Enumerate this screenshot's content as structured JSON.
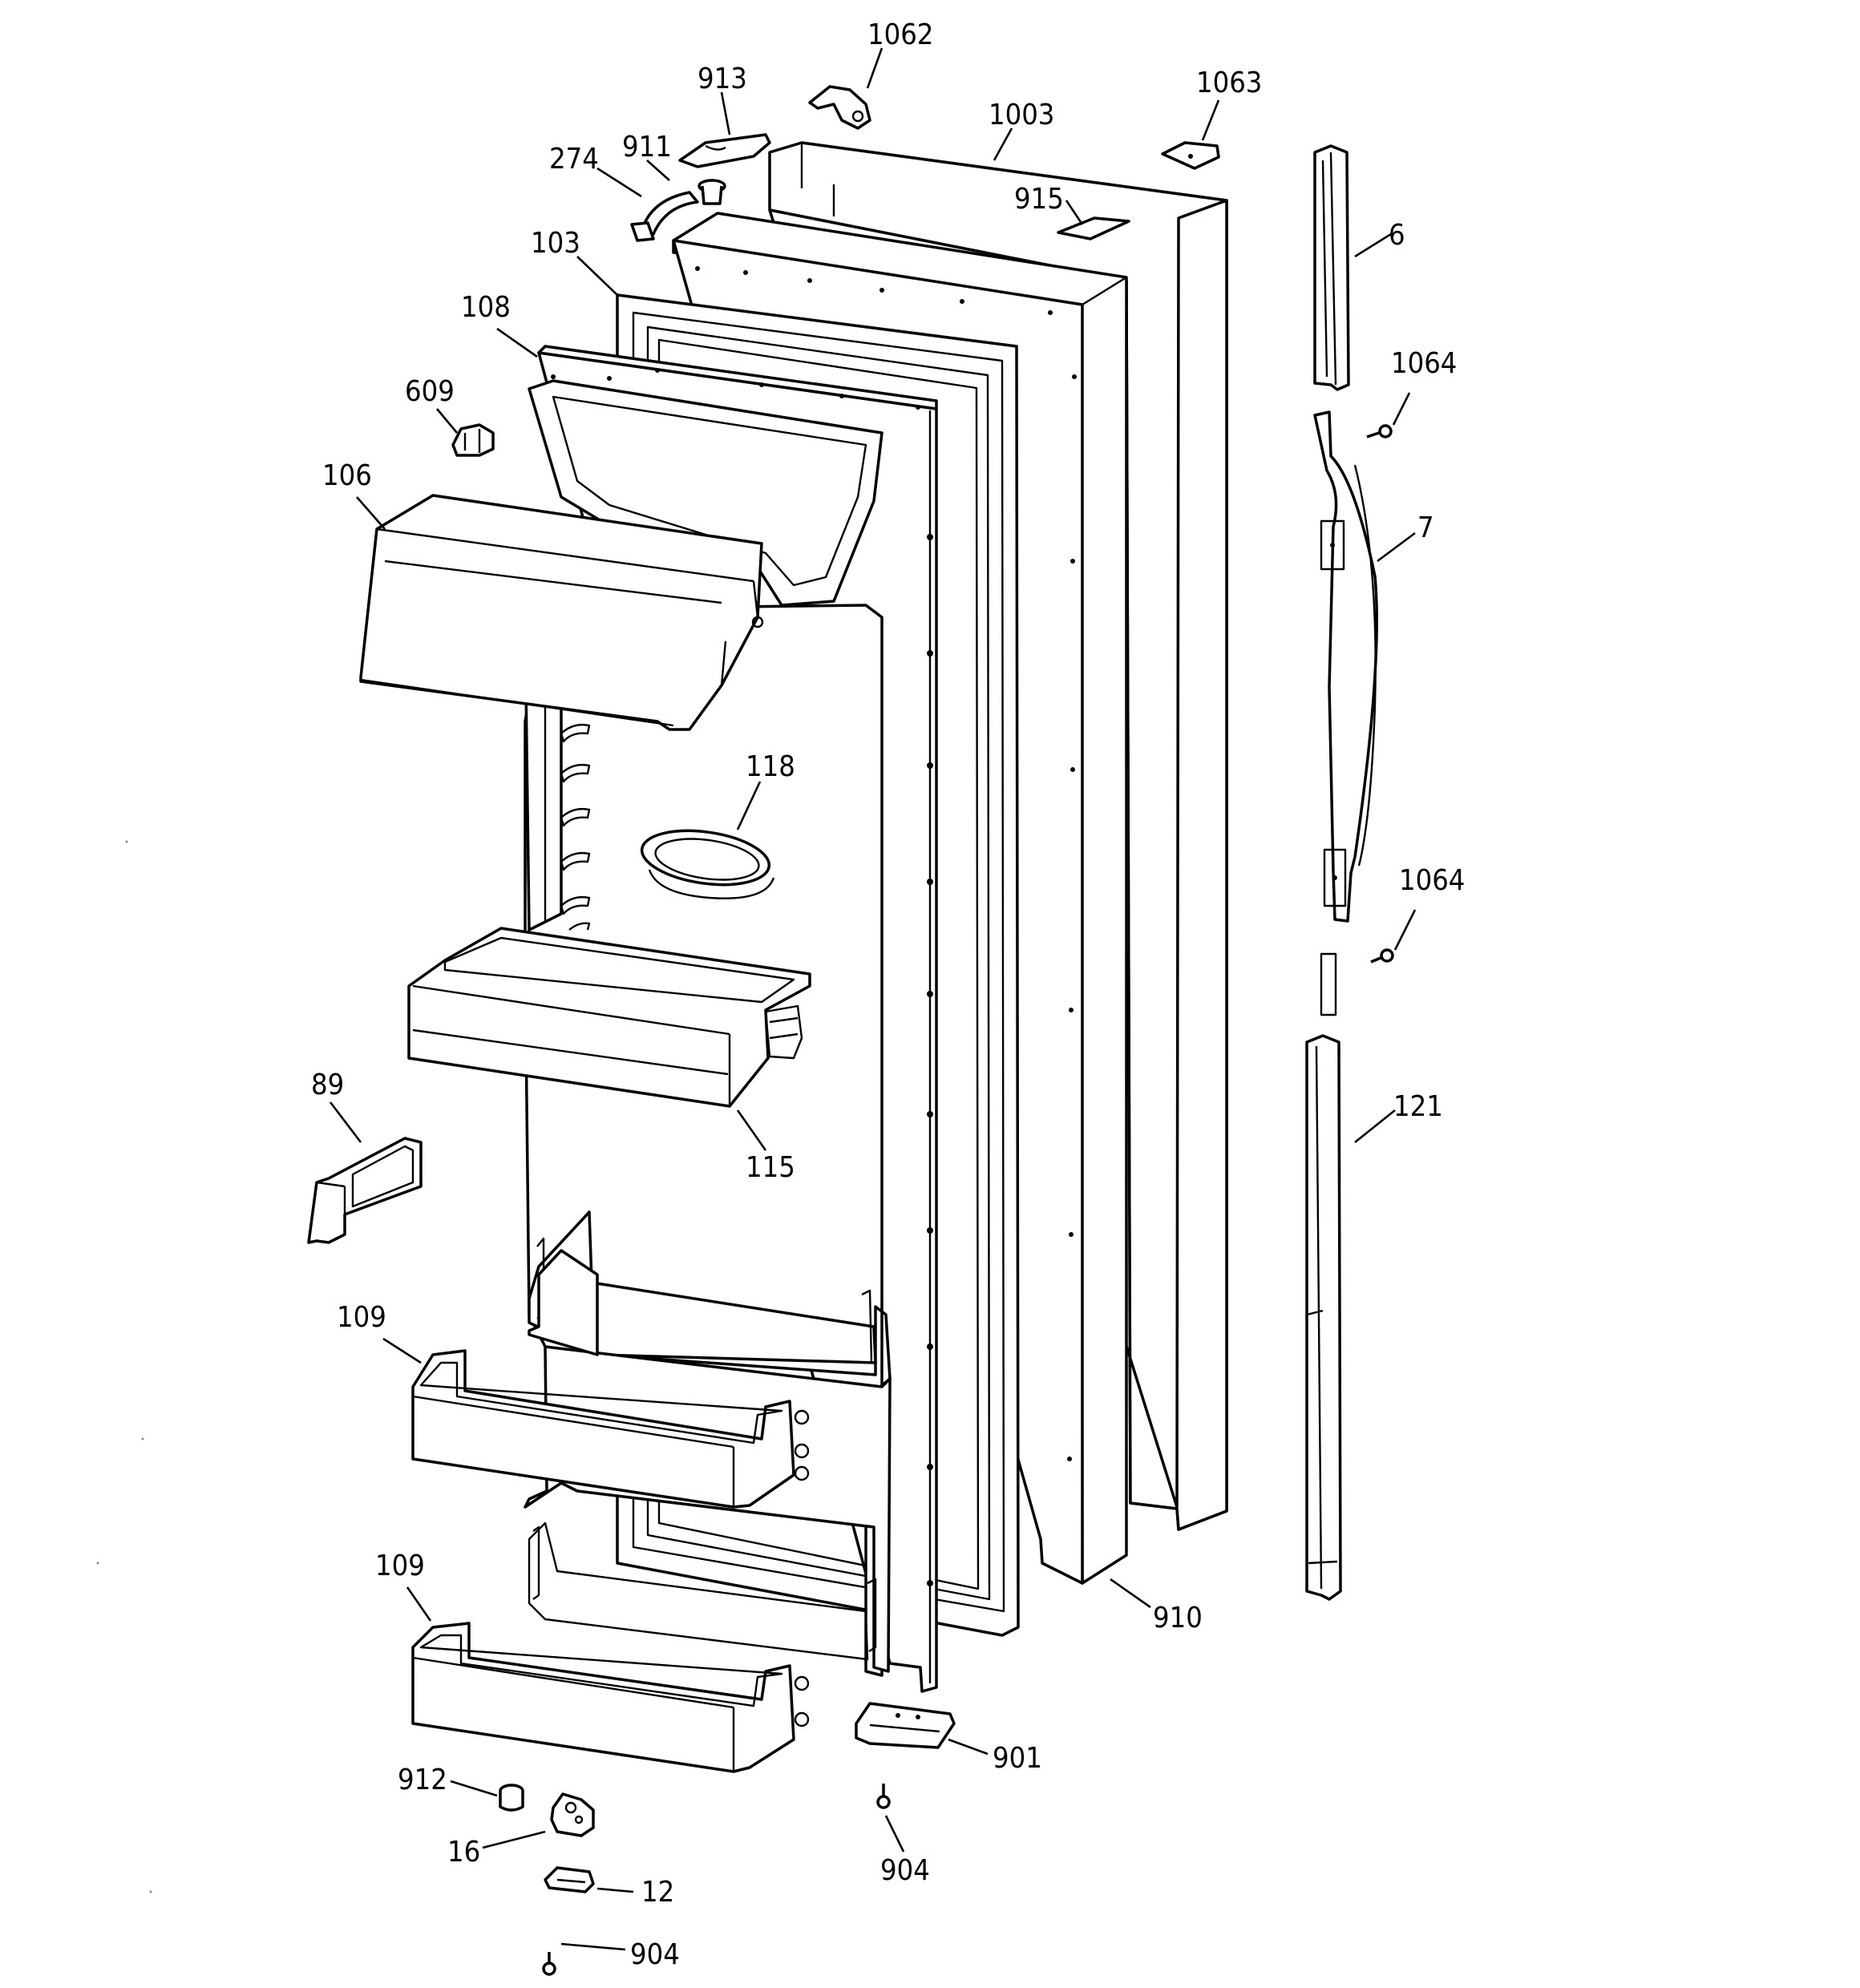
{
  "diagram": {
    "callouts": [
      {
        "id": "c1062",
        "label": "1062"
      },
      {
        "id": "c913",
        "label": "913"
      },
      {
        "id": "c1003",
        "label": "1003"
      },
      {
        "id": "c1063",
        "label": "1063"
      },
      {
        "id": "c911",
        "label": "911"
      },
      {
        "id": "c274",
        "label": "274"
      },
      {
        "id": "c915",
        "label": "915"
      },
      {
        "id": "c103",
        "label": "103"
      },
      {
        "id": "c6",
        "label": "6"
      },
      {
        "id": "c108",
        "label": "108"
      },
      {
        "id": "c1064a",
        "label": "1064"
      },
      {
        "id": "c609",
        "label": "609"
      },
      {
        "id": "c7",
        "label": "7"
      },
      {
        "id": "c106",
        "label": "106"
      },
      {
        "id": "c118",
        "label": "118"
      },
      {
        "id": "c1064b",
        "label": "1064"
      },
      {
        "id": "c89",
        "label": "89"
      },
      {
        "id": "c121",
        "label": "121"
      },
      {
        "id": "c115",
        "label": "115"
      },
      {
        "id": "c109a",
        "label": "109"
      },
      {
        "id": "c109b",
        "label": "109"
      },
      {
        "id": "c910",
        "label": "910"
      },
      {
        "id": "c901",
        "label": "901"
      },
      {
        "id": "c912",
        "label": "912"
      },
      {
        "id": "c904a",
        "label": "904"
      },
      {
        "id": "c16",
        "label": "16"
      },
      {
        "id": "c12",
        "label": "12"
      },
      {
        "id": "c904b",
        "label": "904"
      }
    ]
  }
}
